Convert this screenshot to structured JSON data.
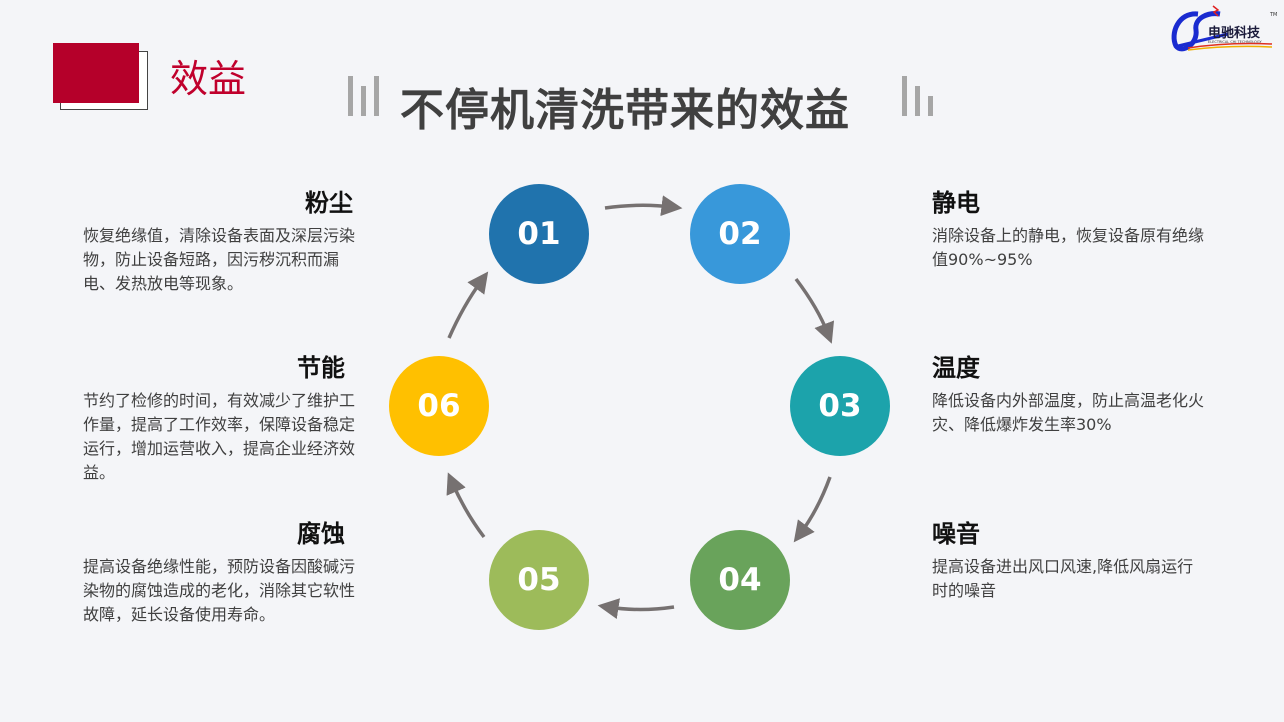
{
  "section_label": "效益",
  "title": "不停机清洗带来的效益",
  "logo": {
    "text": "电驰科技",
    "subtext": "ELECTRICAL CHI TECHNOLOGY",
    "tm": "TM"
  },
  "cycle": [
    {
      "num": "01",
      "color": "#2073ad",
      "title": "粉尘",
      "text": "恢复绝缘值，清除设备表面及深层污染物，防止设备短路，因污秽沉积而漏电、发热放电等现象。"
    },
    {
      "num": "02",
      "color": "#3898da",
      "title": "静电",
      "text": "消除设备上的静电，恢复设备原有绝缘值90%~95%"
    },
    {
      "num": "03",
      "color": "#1ca3ab",
      "title": "温度",
      "text": "降低设备内外部温度，防止高温老化火灾、降低爆炸发生率30%"
    },
    {
      "num": "04",
      "color": "#69a35b",
      "title": "噪音",
      "text": "提高设备进出风口风速,降低风扇运行时的噪音"
    },
    {
      "num": "05",
      "color": "#9dbb5a",
      "title": "腐蚀",
      "text": "提高设备绝缘性能，预防设备因酸碱污染物的腐蚀造成的老化，消除其它软性故障，延长设备使用寿命。"
    },
    {
      "num": "06",
      "color": "#ffc000",
      "title": "节能",
      "text": "节约了检修的时间，有效减少了维护工作量，提高了工作效率，保障设备稳定运行，增加运营收入，提高企业经济效益。"
    }
  ]
}
